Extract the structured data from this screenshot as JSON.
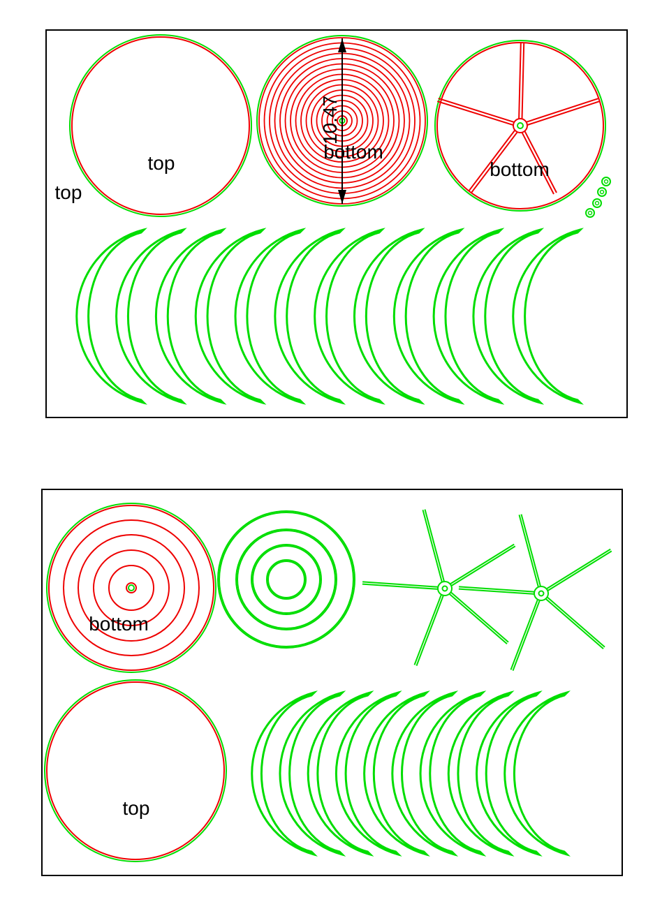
{
  "colors": {
    "cut_outline": "#00dd00",
    "engrave": "#ee0000",
    "frame": "#000000",
    "background": "#ffffff"
  },
  "sheet1": {
    "labels": {
      "top_outer": "top",
      "top_disc": "top",
      "bottom_rings": "bottom",
      "bottom_spokes": "bottom"
    },
    "dimension": "10.47",
    "crescent_count": 12,
    "small_ring_count": 4
  },
  "sheet2": {
    "labels": {
      "bottom_rings": "bottom",
      "top_disc": "top"
    },
    "crescent_count": 10,
    "star_count": 2
  }
}
